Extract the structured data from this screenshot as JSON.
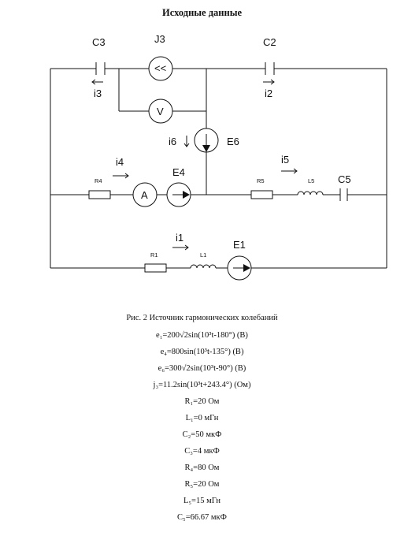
{
  "title": "Исходные данные",
  "circuit": {
    "labels": {
      "C3": "C3",
      "J3": "J3",
      "C2": "C2",
      "i3": "i3",
      "i2": "i2",
      "i6": "i6",
      "E6": "E6",
      "i4": "i4",
      "E4": "E4",
      "i5": "i5",
      "C5": "C5",
      "i1": "i1",
      "E1": "E1",
      "R4": "R4",
      "R5": "R5",
      "L5": "L5",
      "R1": "R1",
      "L1": "L1",
      "meter_V": "V",
      "meter_A": "A",
      "J3_symbol": "<<"
    }
  },
  "caption": "Рис. 2 Источник гармонических колебаний",
  "parameters": [
    "e₁=200√2sin(10³t-180°) (В)",
    "e₄=800sin(10³t-135°) (В)",
    "e₆=300√2sin(10³t-90°) (В)",
    "j₃=11.2sin(10³t+243.4°) (Ом)",
    "R₁=20 Ом",
    "L₁=0 мГн",
    "C₂=50 мкФ",
    "C₃=4 мкФ",
    "R₄=80 Ом",
    "R₅=20 Ом",
    "L₅=15 мГн",
    "C₅=66.67 мкФ"
  ]
}
